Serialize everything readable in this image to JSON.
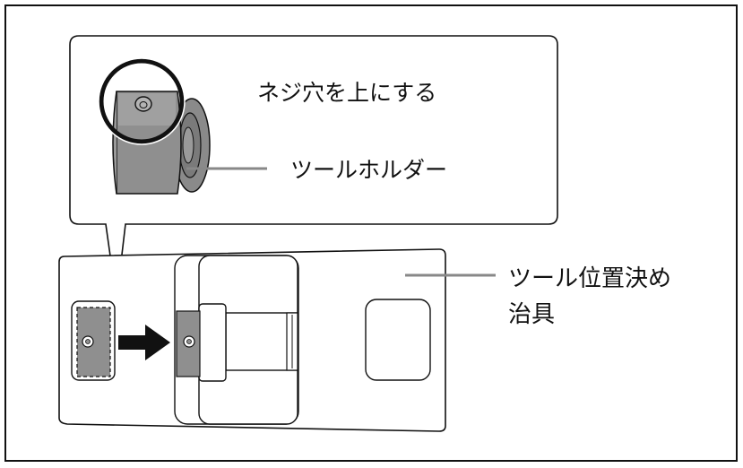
{
  "labels": {
    "screw_hole_up": "ネジ穴を上にする",
    "tool_holder": "ツールホルダー",
    "positioning_jig_line1": "ツール位置決め",
    "positioning_jig_line2": "治具"
  },
  "colors": {
    "stroke": "#111111",
    "metal_gray": "#8f8f8f",
    "metal_dark": "#6e6e6e",
    "leader_gray": "#888888"
  }
}
